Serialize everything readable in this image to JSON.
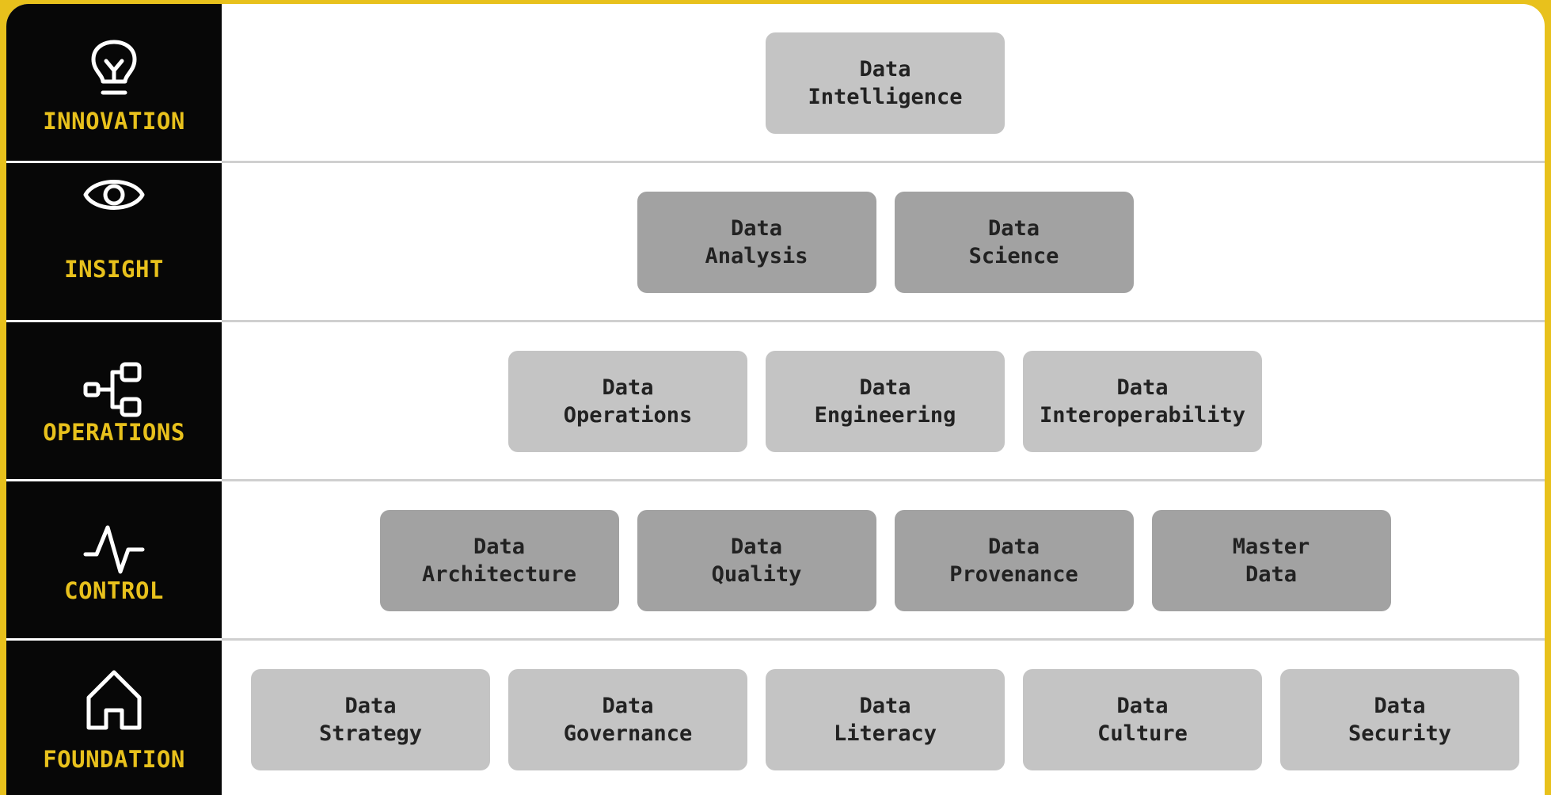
{
  "colors": {
    "accent": "#e8c11c",
    "label_bg": "#070707",
    "box_light": "#c4c4c4",
    "box_dark": "#a2a2a2",
    "divider": "#cfcfcf"
  },
  "layers": [
    {
      "label": "INNOVATION",
      "icon": "lightbulb-icon",
      "boxes": [
        {
          "line1": "Data",
          "line2": "Intelligence"
        }
      ]
    },
    {
      "label": "INSIGHT",
      "icon": "eye-icon",
      "boxes": [
        {
          "line1": "Data",
          "line2": "Analysis"
        },
        {
          "line1": "Data",
          "line2": "Science"
        }
      ]
    },
    {
      "label": "OPERATIONS",
      "icon": "workflow-icon",
      "boxes": [
        {
          "line1": "Data",
          "line2": "Operations"
        },
        {
          "line1": "Data",
          "line2": "Engineering"
        },
        {
          "line1": "Data",
          "line2": "Interoperability"
        }
      ]
    },
    {
      "label": "CONTROL",
      "icon": "pulse-icon",
      "boxes": [
        {
          "line1": "Data",
          "line2": "Architecture"
        },
        {
          "line1": "Data",
          "line2": "Quality"
        },
        {
          "line1": "Data",
          "line2": "Provenance"
        },
        {
          "line1": "Master",
          "line2": "Data"
        }
      ]
    },
    {
      "label": "FOUNDATION",
      "icon": "house-icon",
      "boxes": [
        {
          "line1": "Data",
          "line2": "Strategy"
        },
        {
          "line1": "Data",
          "line2": "Governance"
        },
        {
          "line1": "Data",
          "line2": "Literacy"
        },
        {
          "line1": "Data",
          "line2": "Culture"
        },
        {
          "line1": "Data",
          "line2": "Security"
        }
      ]
    }
  ]
}
